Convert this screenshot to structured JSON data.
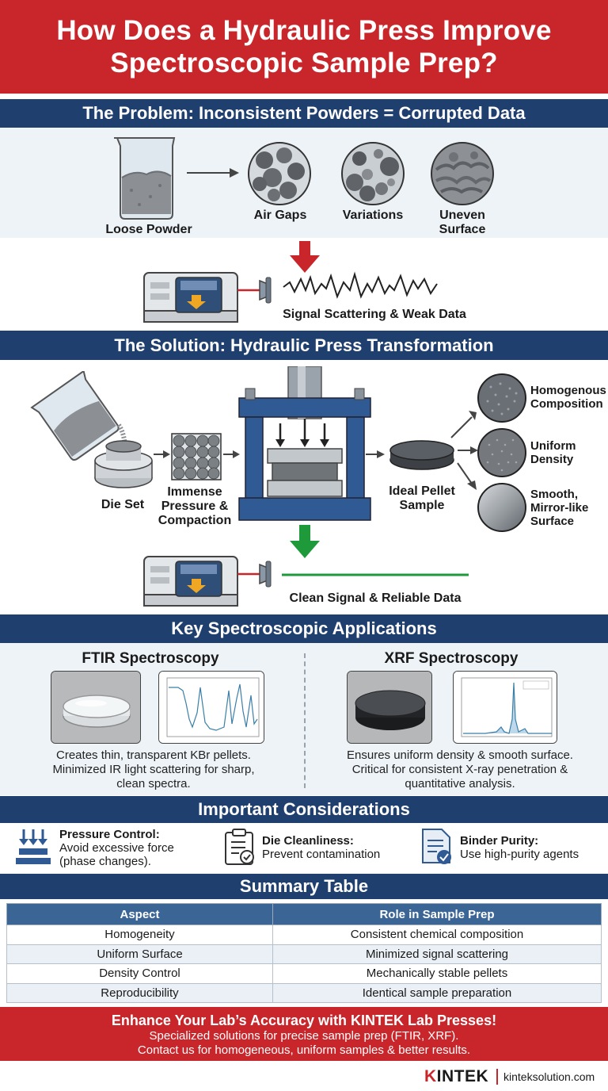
{
  "title": {
    "line1": "How Does a Hydraulic Press Improve",
    "line2": "Spectroscopic Sample Prep?"
  },
  "problem": {
    "heading": "The Problem: Inconsistent Powders = Corrupted Data",
    "loose_powder": "Loose Powder",
    "air_gaps": "Air Gaps",
    "variations": "Variations",
    "uneven_surface": "Uneven Surface",
    "signal": "Signal Scattering & Weak Data"
  },
  "solution": {
    "heading": "The Solution: Hydraulic Press Transformation",
    "die_set": "Die Set",
    "pressure_line1": "Immense",
    "pressure_line2": "Pressure &",
    "pressure_line3": "Compaction",
    "ideal_line1": "Ideal Pellet",
    "ideal_line2": "Sample",
    "homogenous_line1": "Homogenous",
    "homogenous_line2": "Composition",
    "uniform_line1": "Uniform",
    "uniform_line2": "Density",
    "smooth_line1": "Smooth,",
    "smooth_line2": "Mirror-like",
    "smooth_line3": "Surface",
    "signal": "Clean Signal & Reliable Data"
  },
  "applications": {
    "heading": "Key Spectroscopic Applications",
    "ftir": {
      "title": "FTIR Spectroscopy",
      "line1": "Creates thin, transparent KBr pellets.",
      "line2": "Minimized IR light scattering for sharp,",
      "line3": "clean spectra."
    },
    "xrf": {
      "title": "XRF Spectroscopy",
      "line1": "Ensures uniform density & smooth surface.",
      "line2": "Critical for consistent X-ray penetration &",
      "line3": "quantitative analysis."
    }
  },
  "considerations": {
    "heading": "Important Considerations",
    "pressure": {
      "title": "Pressure Control:",
      "line1": "Avoid excessive force",
      "line2": "(phase changes)."
    },
    "die": {
      "title": "Die Cleanliness:",
      "line1": "Prevent contamination"
    },
    "binder": {
      "title": "Binder Purity:",
      "line1": "Use high-purity agents"
    }
  },
  "summary": {
    "heading": "Summary Table",
    "columns": [
      "Aspect",
      "Role in Sample Prep"
    ],
    "rows": [
      [
        "Homogeneity",
        "Consistent chemical composition"
      ],
      [
        "Uniform Surface",
        "Minimized signal scattering"
      ],
      [
        "Density Control",
        "Mechanically stable pellets"
      ],
      [
        "Reproducibility",
        "Identical sample preparation"
      ]
    ]
  },
  "cta": {
    "headline": "Enhance Your Lab’s Accuracy with KINTEK Lab Presses!",
    "line1": "Specialized solutions for precise sample prep (FTIR, XRF).",
    "line2": "Contact us for homogeneous, uniform samples & better results."
  },
  "footer": {
    "brand": "KINTEK",
    "website": "kinteksolution.com"
  },
  "colors": {
    "red": "#c8262b",
    "navy": "#1f3f6f",
    "table_header": "#3b6595",
    "green": "#1f9a3a"
  }
}
